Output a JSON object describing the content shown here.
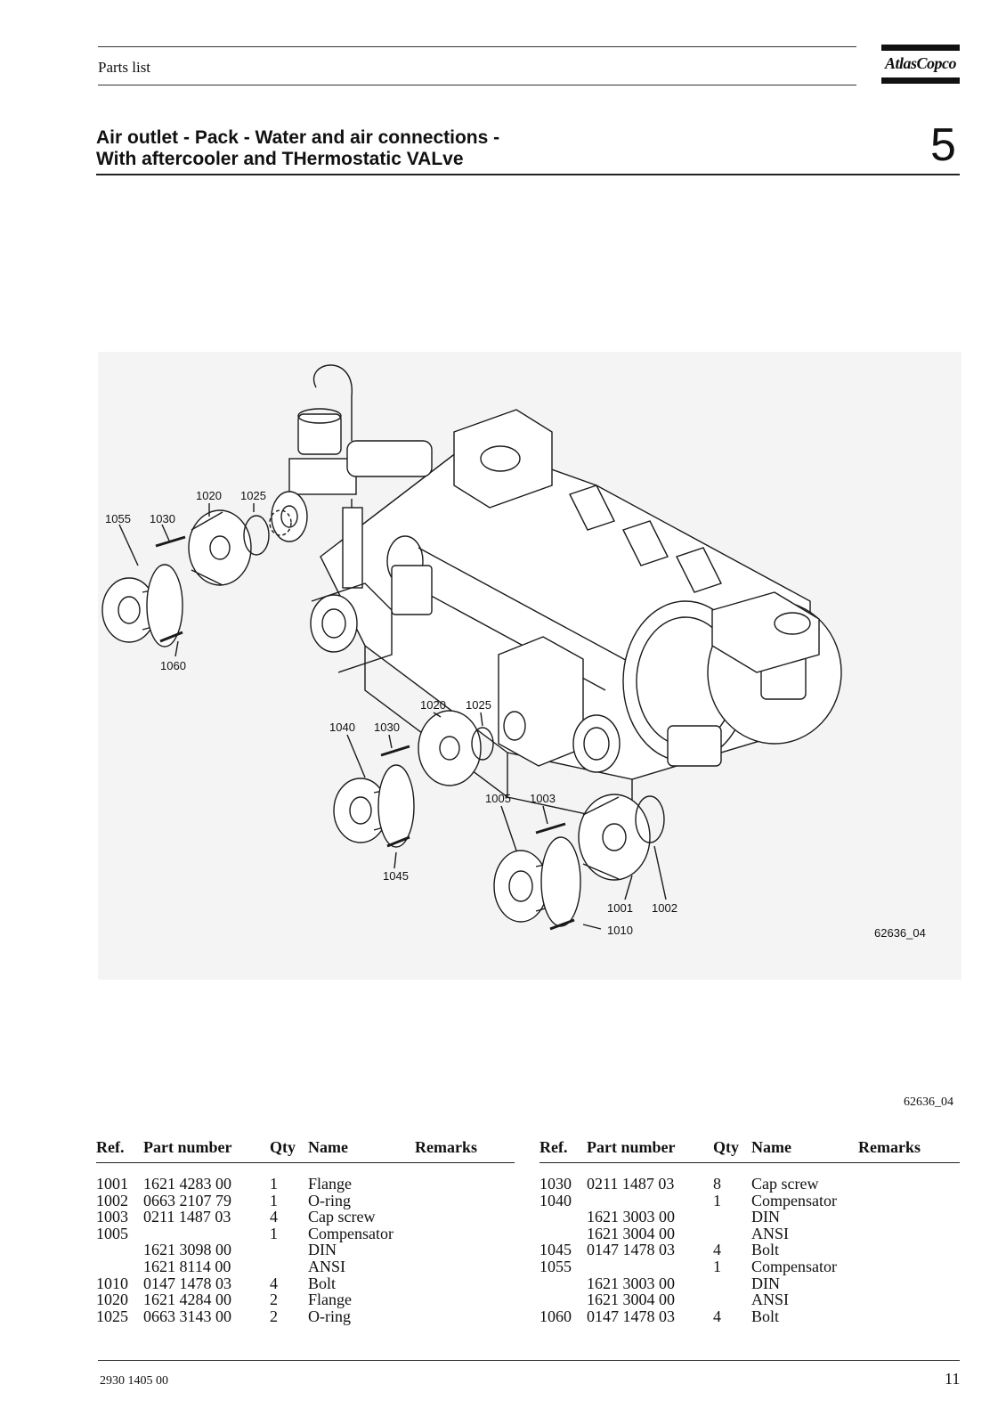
{
  "header": {
    "label": "Parts list",
    "logo_text": "AtlasCopco"
  },
  "title": {
    "line1": "Air outlet - Pack - Water and air connections -",
    "line2": "With aftercooler and THermostatic VALve",
    "section": "5"
  },
  "figure": {
    "code": "62636_04",
    "callouts": [
      "1055",
      "1030",
      "1020",
      "1025",
      "1060",
      "1040",
      "1030",
      "1020",
      "1025",
      "1005",
      "1003",
      "1045",
      "1001",
      "1002",
      "1010"
    ]
  },
  "figure_code_below": "62636_04",
  "table_left": {
    "headers": [
      "Ref.",
      "Part number",
      "Qty",
      "Name",
      "Remarks"
    ],
    "rows": [
      {
        "ref": "1001",
        "part": "1621 4283 00",
        "qty": "1",
        "name": "Flange"
      },
      {
        "ref": "1002",
        "part": "0663 2107 79",
        "qty": "1",
        "name": "O-ring"
      },
      {
        "ref": "1003",
        "part": "0211 1487 03",
        "qty": "4",
        "name": "Cap screw"
      },
      {
        "ref": "1005",
        "part": "",
        "qty": "1",
        "name": "Compensator"
      },
      {
        "ref": "",
        "part": "1621 3098 00",
        "qty": "",
        "name": "DIN"
      },
      {
        "ref": "",
        "part": "1621 8114 00",
        "qty": "",
        "name": "ANSI"
      },
      {
        "ref": "1010",
        "part": "0147 1478 03",
        "qty": "4",
        "name": "Bolt"
      },
      {
        "ref": "1020",
        "part": "1621 4284 00",
        "qty": "2",
        "name": "Flange"
      },
      {
        "ref": "1025",
        "part": "0663 3143 00",
        "qty": "2",
        "name": "O-ring"
      }
    ]
  },
  "table_right": {
    "headers": [
      "Ref.",
      "Part number",
      "Qty",
      "Name",
      "Remarks"
    ],
    "rows": [
      {
        "ref": "1030",
        "part": "0211 1487 03",
        "qty": "8",
        "name": "Cap screw"
      },
      {
        "ref": "1040",
        "part": "",
        "qty": "1",
        "name": "Compensator"
      },
      {
        "ref": "",
        "part": "1621 3003 00",
        "qty": "",
        "name": "DIN"
      },
      {
        "ref": "",
        "part": "1621 3004 00",
        "qty": "",
        "name": "ANSI"
      },
      {
        "ref": "1045",
        "part": "0147 1478 03",
        "qty": "4",
        "name": "Bolt"
      },
      {
        "ref": "1055",
        "part": "",
        "qty": "1",
        "name": "Compensator"
      },
      {
        "ref": "",
        "part": "1621 3003 00",
        "qty": "",
        "name": "DIN"
      },
      {
        "ref": "",
        "part": "1621 3004 00",
        "qty": "",
        "name": "ANSI"
      },
      {
        "ref": "1060",
        "part": "0147 1478 03",
        "qty": "4",
        "name": "Bolt"
      }
    ]
  },
  "footer": {
    "doc_number": "2930 1405 00",
    "page": "11"
  }
}
